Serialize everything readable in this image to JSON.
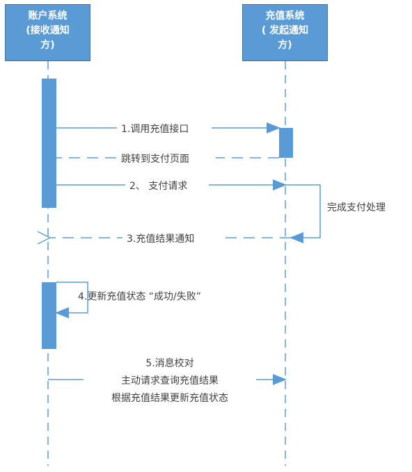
{
  "actors": {
    "account": {
      "line1": "账户系统",
      "line2": "(接收通知",
      "line3": "方)"
    },
    "recharge": {
      "line1": "充值系统",
      "line2": "( 发起通知",
      "line3": "方)"
    }
  },
  "messages": {
    "m1": "1.调用充值接口",
    "m1_reply": "跳转到支付页面",
    "m2": "2、 支付请求",
    "self_note": "完成支付处理",
    "m3": "3.充值结果通知",
    "m4": "4.更新充值状态 “成功/失败”",
    "m5_line1": "5.消息校对",
    "m5_line2": "主动请求查询充值结果",
    "m5_line3": "根据充值结果更新充值状态"
  },
  "colors": {
    "accent": "#5b9bd5",
    "border": "#41719c",
    "text": "#404040"
  }
}
